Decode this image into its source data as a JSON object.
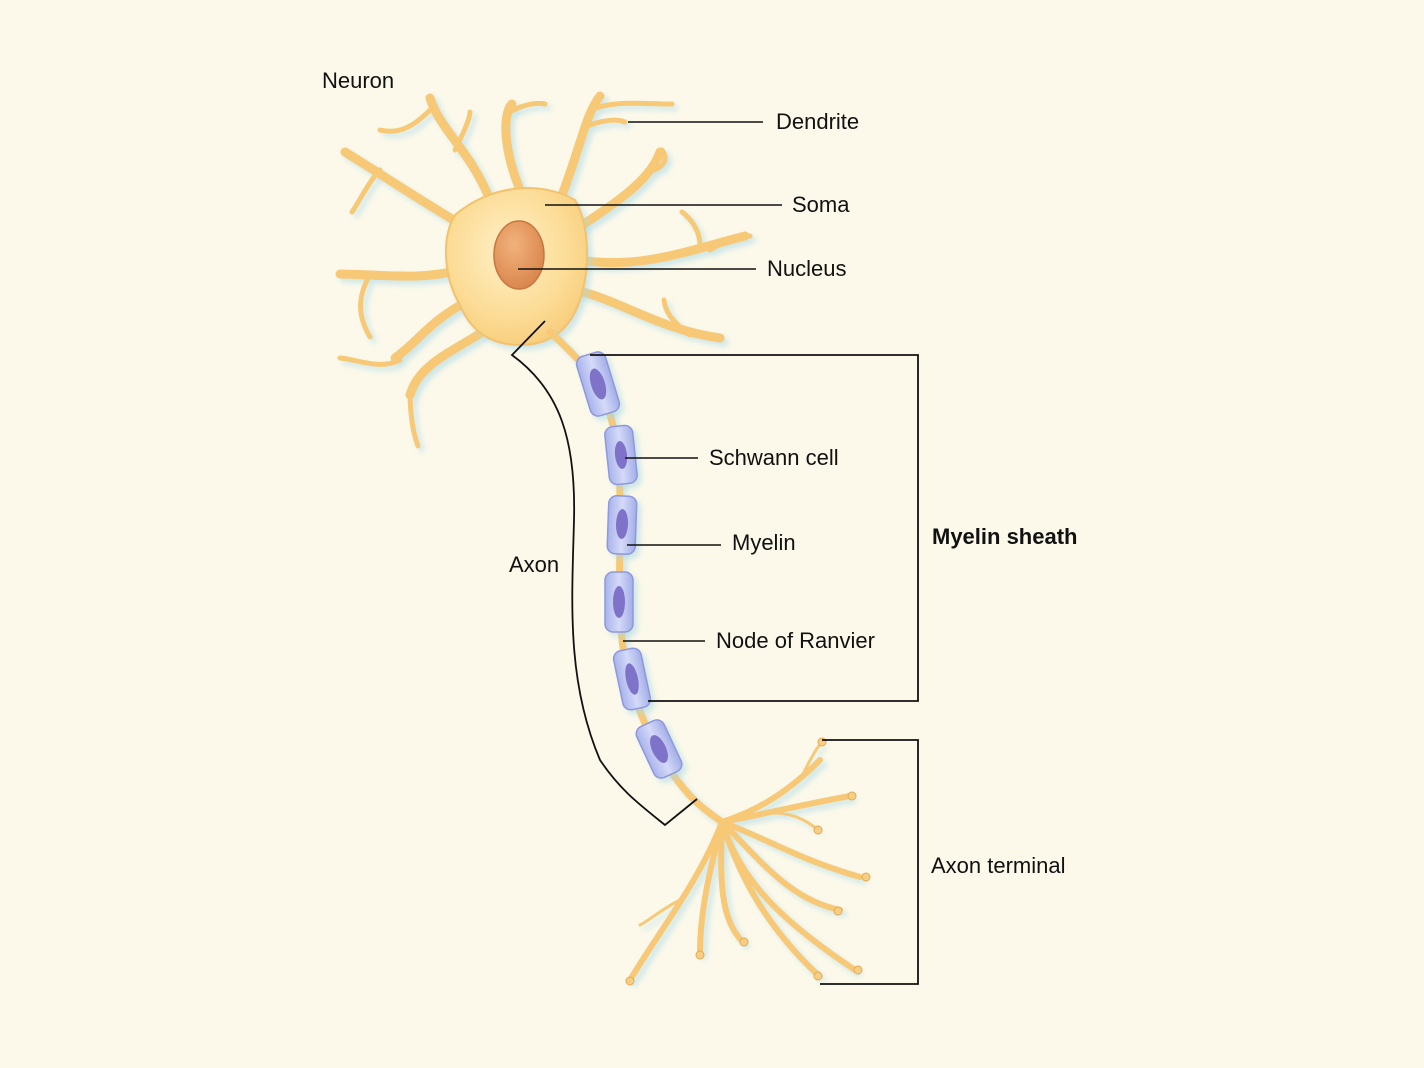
{
  "title": "Neuron",
  "labels": {
    "dendrite": "Dendrite",
    "soma": "Soma",
    "nucleus": "Nucleus",
    "schwann_cell": "Schwann cell",
    "myelin": "Myelin",
    "node_of_ranvier": "Node of Ranvier",
    "axon": "Axon",
    "myelin_sheath": "Myelin sheath",
    "axon_terminal": "Axon terminal"
  },
  "colors": {
    "background": "#FCF9EA",
    "cell_body": "#FBD98F",
    "cell_outline": "#F2B95A",
    "nucleus": "#E59A5C",
    "schwann": "#B9C2F0",
    "schwann_nucleus": "#7F72C9",
    "leader_line": "#111111"
  }
}
